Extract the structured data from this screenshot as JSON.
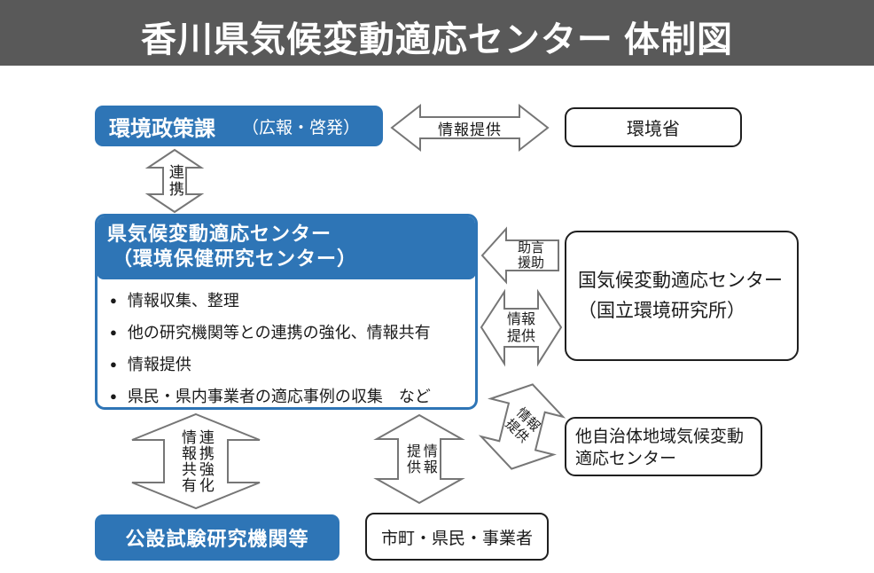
{
  "title": "香川県気候変動適応センター 体制図",
  "colors": {
    "banner": "#595959",
    "accent_blue": "#2E75B6",
    "arrow_outline": "#767676",
    "box_border": "#1f1f1f"
  },
  "boxes": {
    "env_policy": {
      "name": "環境政策課",
      "note": "（広報・啓発）"
    },
    "env_ministry": {
      "label": "環境省"
    },
    "pref_center": {
      "line1": "県気候変動適応センター",
      "line2": "（環境保健研究センター）",
      "bullet_char": "●",
      "bullets": [
        "情報収集、整理",
        "他の研究機関等との連携の強化、情報共有",
        "情報提供",
        "県民・県内事業者の適応事例の収集　など"
      ]
    },
    "national_center": {
      "line1": "国気候変動適応センター",
      "line2": "（国立環境研究所）"
    },
    "other_local": {
      "line1": "他自治体地域気候変動",
      "line2": "適応センター"
    },
    "public_labs": {
      "label": "公設試験研究機関等"
    },
    "citizens": {
      "label": "市町・県民・事業者"
    }
  },
  "arrows": {
    "info_top": {
      "label": "情報提供"
    },
    "renkei": {
      "label": "連携"
    },
    "advice": {
      "line1": "助言",
      "line2": "援助"
    },
    "info_right": {
      "line1": "情報",
      "line2": "提供"
    },
    "info_diag": {
      "line1": "情報",
      "line2": "提供"
    },
    "renkei_kyoka": {
      "col1": "連携強化",
      "col2": "情報共有"
    },
    "info_bottom": {
      "col1": "情報",
      "col2": "提供"
    }
  }
}
